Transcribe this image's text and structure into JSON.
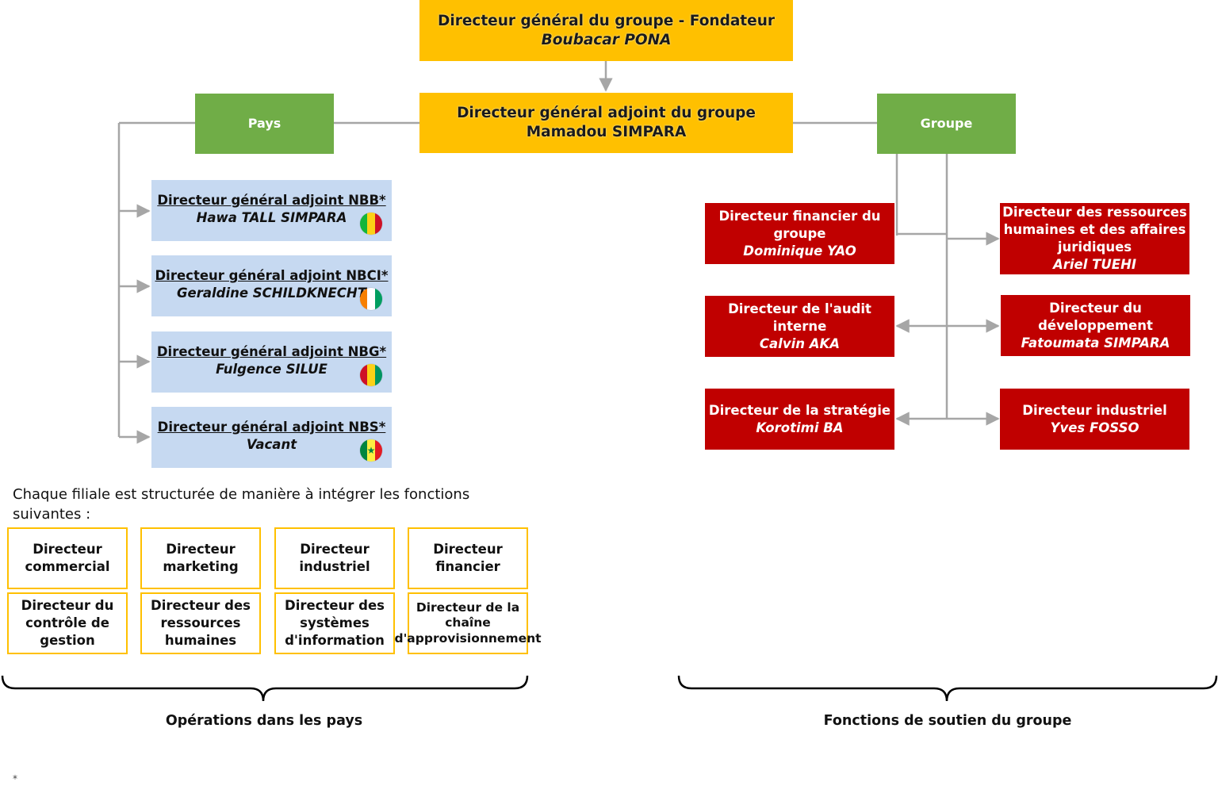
{
  "top": {
    "founder": {
      "role": "Directeur général du groupe - Fondateur",
      "name": "Boubacar PONA"
    },
    "deputy": {
      "role": "Directeur général adjoint du groupe",
      "name": "Mamadou SIMPARA"
    }
  },
  "branches": {
    "left": "Pays",
    "right": "Groupe"
  },
  "countries": [
    {
      "role": "Directeur général adjoint NBB*",
      "name": "Hawa TALL SIMPARA",
      "flag": [
        "#14b53a",
        "#fcd116",
        "#ce1126"
      ]
    },
    {
      "role": "Directeur général adjoint NBCI*",
      "name": "Geraldine SCHILDKNECHT",
      "flag": [
        "#f77f00",
        "#ffffff",
        "#009e60"
      ]
    },
    {
      "role": "Directeur général adjoint NBG*",
      "name": "Fulgence SILUE",
      "flag": [
        "#ce1126",
        "#fcd116",
        "#009460"
      ]
    },
    {
      "role": "Directeur général adjoint NBS*",
      "name": "Vacant",
      "flag": [
        "#00853f",
        "#fdef42",
        "#e31b23"
      ]
    }
  ],
  "support": [
    {
      "role": "Directeur financier du groupe",
      "name": "Dominique YAO"
    },
    {
      "role": "Directeur des ressources humaines et des affaires juridiques",
      "name": "Ariel TUEHI"
    },
    {
      "role": "Directeur de l'audit interne",
      "name": "Calvin AKA"
    },
    {
      "role": "Directeur du développement",
      "name": "Fatoumata SIMPARA"
    },
    {
      "role": "Directeur de la stratégie",
      "name": "Korotimi BA"
    },
    {
      "role": "Directeur industriel",
      "name": "Yves FOSSO"
    }
  ],
  "intro_text": "Chaque filiale est structurée de manière à intégrer les fonctions suivantes :",
  "functions": [
    "Directeur commercial",
    "Directeur marketing",
    "Directeur industriel",
    "Directeur financier",
    "Directeur du contrôle de gestion",
    "Directeur des ressources humaines",
    "Directeur des systèmes d'information",
    "Directeur de la chaîne d'approvisionnement"
  ],
  "captions": {
    "left": "Opérations dans les pays",
    "right": "Fonctions de soutien du groupe"
  },
  "footnote": "*",
  "colors": {
    "gold": "#ffc000",
    "green": "#70ad47",
    "blue": "#c6d9f1",
    "red": "#c00000",
    "connector": "#a6a6a6"
  }
}
